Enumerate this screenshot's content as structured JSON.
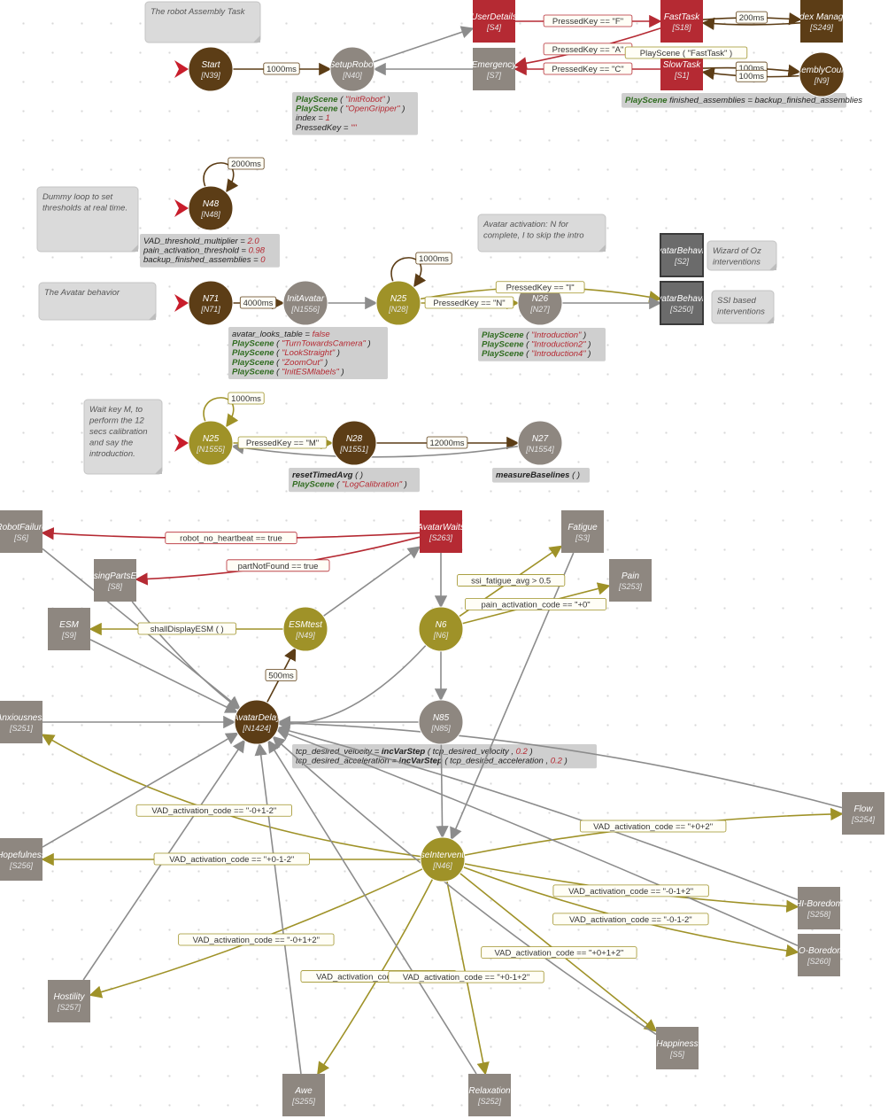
{
  "diagram": {
    "colors": {
      "brown": "#5c3d16",
      "olive": "#9f9228",
      "gray": "#8e8780",
      "red": "#b52a33",
      "darkgray": "#6b6b6b",
      "edge_gray": "#8c8c8c",
      "edge_red": "#b52a33",
      "edge_olive": "#9f9228",
      "edge_brown": "#5c3d16",
      "box_bg": "#cfcfcf",
      "note_bg": "#dadada",
      "code_green": "#2f6b1f",
      "code_red": "#b52a33"
    },
    "notes": [
      "The robot Assembly Task",
      "Dummy loop to set\nthresholds at real time.",
      "The Avatar behavior",
      "Avatar activation: N for\ncomplete, I to skip the intro",
      "Wizard of Oz\ninterventions",
      "SSI based\ninterventions",
      "Wait key M, to\nperform the 12\nsecs calibration\nand say the\nintroduction."
    ],
    "nodes": [
      {
        "id": "start",
        "label": "Start",
        "sub": "[N39]",
        "color": "brown",
        "shape": "circle",
        "entry": true
      },
      {
        "id": "setup",
        "label": "SetupRobot",
        "sub": "[N40]",
        "color": "gray",
        "shape": "circle"
      },
      {
        "id": "userdetails",
        "label": "UserDetails",
        "sub": "[S4]",
        "color": "red",
        "shape": "rect"
      },
      {
        "id": "emergency",
        "label": "Emergency",
        "sub": "[S7]",
        "color": "gray",
        "shape": "rect"
      },
      {
        "id": "fasttask",
        "label": "FastTask",
        "sub": "[S18]",
        "color": "red",
        "shape": "rect"
      },
      {
        "id": "slowtask",
        "label": "SlowTask",
        "sub": "[S1]",
        "color": "red",
        "shape": "rect"
      },
      {
        "id": "indexmanager",
        "label": "Index Manager",
        "sub": "[S249]",
        "color": "brown",
        "shape": "rect"
      },
      {
        "id": "assemblycounter",
        "label": "AssemblyCounter",
        "sub": "[N9]",
        "color": "brown",
        "shape": "circle"
      },
      {
        "id": "n48",
        "label": "N48",
        "sub": "[N48]",
        "color": "brown",
        "shape": "circle",
        "entry": true
      },
      {
        "id": "n71",
        "label": "N71",
        "sub": "[N71]",
        "color": "brown",
        "shape": "circle",
        "entry": true
      },
      {
        "id": "initavatar",
        "label": "InitAvatar",
        "sub": "[N1556]",
        "color": "gray",
        "shape": "circle"
      },
      {
        "id": "n25a",
        "label": "N25",
        "sub": "[N28]",
        "color": "olive",
        "shape": "circle"
      },
      {
        "id": "n26",
        "label": "N26",
        "sub": "[N27]",
        "color": "gray",
        "shape": "circle"
      },
      {
        "id": "avbeh1",
        "label": "AvatarBehavior",
        "sub": "[S2]",
        "color": "darkgray",
        "shape": "rect"
      },
      {
        "id": "avbeh2",
        "label": "AvatarBehavior",
        "sub": "[S250]",
        "color": "darkgray",
        "shape": "rect"
      },
      {
        "id": "n25b",
        "label": "N25",
        "sub": "[N1555]",
        "color": "olive",
        "shape": "circle",
        "entry": true
      },
      {
        "id": "n28",
        "label": "N28",
        "sub": "[N1551]",
        "color": "brown",
        "shape": "circle"
      },
      {
        "id": "n27",
        "label": "N27",
        "sub": "[N1554]",
        "color": "gray",
        "shape": "circle"
      },
      {
        "id": "robotfailure",
        "label": "RobotFailure",
        "sub": "[S6]",
        "color": "gray",
        "shape": "rect"
      },
      {
        "id": "avatarwaits",
        "label": "AvatarWaits",
        "sub": "[S263]",
        "color": "red",
        "shape": "rect"
      },
      {
        "id": "fatigue",
        "label": "Fatigue",
        "sub": "[S3]",
        "color": "gray",
        "shape": "rect"
      },
      {
        "id": "missingparts",
        "label": "MissingPartsError",
        "sub": "[S8]",
        "color": "gray",
        "shape": "rect"
      },
      {
        "id": "pain",
        "label": "Pain",
        "sub": "[S253]",
        "color": "gray",
        "shape": "rect"
      },
      {
        "id": "esm",
        "label": "ESM",
        "sub": "[S9]",
        "color": "gray",
        "shape": "rect"
      },
      {
        "id": "esmtest",
        "label": "ESMtest",
        "sub": "[N49]",
        "color": "olive",
        "shape": "circle"
      },
      {
        "id": "n6",
        "label": "N6",
        "sub": "[N6]",
        "color": "olive",
        "shape": "circle"
      },
      {
        "id": "anxiousness",
        "label": "Anxiousness",
        "sub": "[S251]",
        "color": "gray",
        "shape": "rect"
      },
      {
        "id": "avatardelay",
        "label": "AvatarDelay",
        "sub": "[N1424]",
        "color": "brown",
        "shape": "circle"
      },
      {
        "id": "n85",
        "label": "N85",
        "sub": "[N85]",
        "color": "gray",
        "shape": "circle"
      },
      {
        "id": "flow",
        "label": "Flow",
        "sub": "[S254]",
        "color": "gray",
        "shape": "rect"
      },
      {
        "id": "hopefulness",
        "label": "Hopefulness",
        "sub": "[S256]",
        "color": "gray",
        "shape": "rect"
      },
      {
        "id": "baseintervention",
        "label": "BaseIntervention",
        "sub": "[N46]",
        "color": "olive",
        "shape": "circle"
      },
      {
        "id": "boredom1",
        "label": "HI-Boredom",
        "sub": "[S258]",
        "color": "gray",
        "shape": "rect"
      },
      {
        "id": "boredom2",
        "label": "LO-Boredom",
        "sub": "[S260]",
        "color": "gray",
        "shape": "rect"
      },
      {
        "id": "hostility",
        "label": "Hostility",
        "sub": "[S257]",
        "color": "gray",
        "shape": "rect"
      },
      {
        "id": "happiness",
        "label": "Happiness",
        "sub": "[S5]",
        "color": "gray",
        "shape": "rect"
      },
      {
        "id": "awe",
        "label": "Awe",
        "sub": "[S255]",
        "color": "gray",
        "shape": "rect"
      },
      {
        "id": "relaxation",
        "label": "Relaxation",
        "sub": "[S252]",
        "color": "gray",
        "shape": "rect"
      }
    ],
    "edge_labels": [
      "1000ms",
      "PressedKey == \"F\"",
      "PressedKey == \"A\"",
      "PressedKey == \"C\"",
      "PlayScene ( \"FastTask\" )",
      "200ms",
      "100ms",
      "100ms",
      "2000ms",
      "4000ms",
      "1000ms",
      "PressedKey == \"I\"",
      "PressedKey == \"N\"",
      "1000ms",
      "PressedKey == \"M\"",
      "12000ms",
      "robot_no_heartbeat == true",
      "partNotFound == true",
      "ssi_fatigue_avg > 0.5",
      "pain_activation_code == \"+0\"",
      "shallDisplayESM ( )",
      "500ms",
      "VAD_activation_code == \"-0+1-2\"",
      "VAD_activation_code == \"+0+2\"",
      "VAD_activation_code == \"+0-1-2\"",
      "VAD_activation_code == \"-0-1+2\"",
      "VAD_activation_code == \"-0-1-2\"",
      "VAD_activation_code == \"-0+1+2\"",
      "VAD_activation_code == \"+0+1+2\"",
      "VAD_activation_code == \"-0+1-2\"",
      "VAD_activation_code == \"+0-1+2\""
    ],
    "code_blocks": [
      [
        "PlayScene ( \"InitRobot\" )",
        "PlayScene ( \"OpenGripper\" )",
        "index = 1",
        "PressedKey = \"\""
      ],
      [
        "PlayScene finished_assemblies = backup_finished_assemblies"
      ],
      [
        "VAD_threshold_multiplier = 2.0",
        "pain_activation_threshold = 0.98",
        "backup_finished_assemblies = 0"
      ],
      [
        "avatar_looks_table = false",
        "PlayScene ( \"TurnTowardsCamera\" )",
        "PlayScene ( \"LookStraight\" )",
        "PlayScene ( \"ZoomOut\" )",
        "PlayScene ( \"InitESMlabels\" )"
      ],
      [
        "PlayScene ( \"Introduction\" )",
        "PlayScene ( \"Introduction2\" )",
        "PlayScene ( \"Introduction4\" )"
      ],
      [
        "resetTimedAvg ( )",
        "PlayScene ( \"LogCalibration\" )"
      ],
      [
        "measureBaselines ( )"
      ],
      [
        "tcp_desired_velocity = incVarStep ( tcp_desired_velocity , 0.2 )",
        "tcp_desired_acceleration = incVarStep ( tcp_desired_acceleration , 0.2 )"
      ]
    ]
  }
}
